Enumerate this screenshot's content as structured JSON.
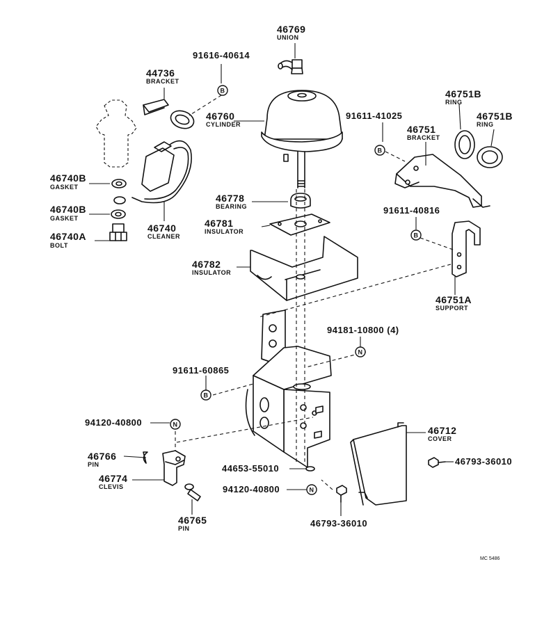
{
  "parts": [
    {
      "id": "p46769",
      "number": "46769",
      "name": "UNION"
    },
    {
      "id": "p91616",
      "number": "91616-40614",
      "name": ""
    },
    {
      "id": "p44736",
      "number": "44736",
      "name": "BRACKET"
    },
    {
      "id": "p46760",
      "number": "46760",
      "name": "CYLINDER"
    },
    {
      "id": "p46751B1",
      "number": "46751B",
      "name": "RING"
    },
    {
      "id": "p46751B2",
      "number": "46751B",
      "name": "RING"
    },
    {
      "id": "p91611a",
      "number": "91611-41025",
      "name": ""
    },
    {
      "id": "p46751",
      "number": "46751",
      "name": "BRACKET"
    },
    {
      "id": "p46740B1",
      "number": "46740B",
      "name": "GASKET"
    },
    {
      "id": "p46740B2",
      "number": "46740B",
      "name": "GASKET"
    },
    {
      "id": "p46740A",
      "number": "46740A",
      "name": "BOLT"
    },
    {
      "id": "p46740",
      "number": "46740",
      "name": "CLEANER"
    },
    {
      "id": "p46778",
      "number": "46778",
      "name": "BEARING"
    },
    {
      "id": "p46781",
      "number": "46781",
      "name": "INSULATOR"
    },
    {
      "id": "p46782",
      "number": "46782",
      "name": "INSULATOR"
    },
    {
      "id": "p91611b",
      "number": "91611-40816",
      "name": ""
    },
    {
      "id": "p46751A",
      "number": "46751A",
      "name": "SUPPORT"
    },
    {
      "id": "p94181",
      "number": "94181-10800 (4)",
      "name": ""
    },
    {
      "id": "p91611c",
      "number": "91611-60865",
      "name": ""
    },
    {
      "id": "p94120a",
      "number": "94120-40800",
      "name": ""
    },
    {
      "id": "p46712",
      "number": "46712",
      "name": "COVER"
    },
    {
      "id": "p46766",
      "number": "46766",
      "name": "PIN"
    },
    {
      "id": "p46774",
      "number": "46774",
      "name": "CLEVIS"
    },
    {
      "id": "p44653",
      "number": "44653-55010",
      "name": ""
    },
    {
      "id": "p46793a",
      "number": "46793-36010",
      "name": ""
    },
    {
      "id": "p94120b",
      "number": "94120-40800",
      "name": ""
    },
    {
      "id": "p46793b",
      "number": "46793-36010",
      "name": ""
    },
    {
      "id": "p46765",
      "number": "46765",
      "name": "PIN"
    }
  ],
  "symbols": {
    "bolt": "B",
    "nut": "N"
  },
  "reference_code": "MC 5486"
}
